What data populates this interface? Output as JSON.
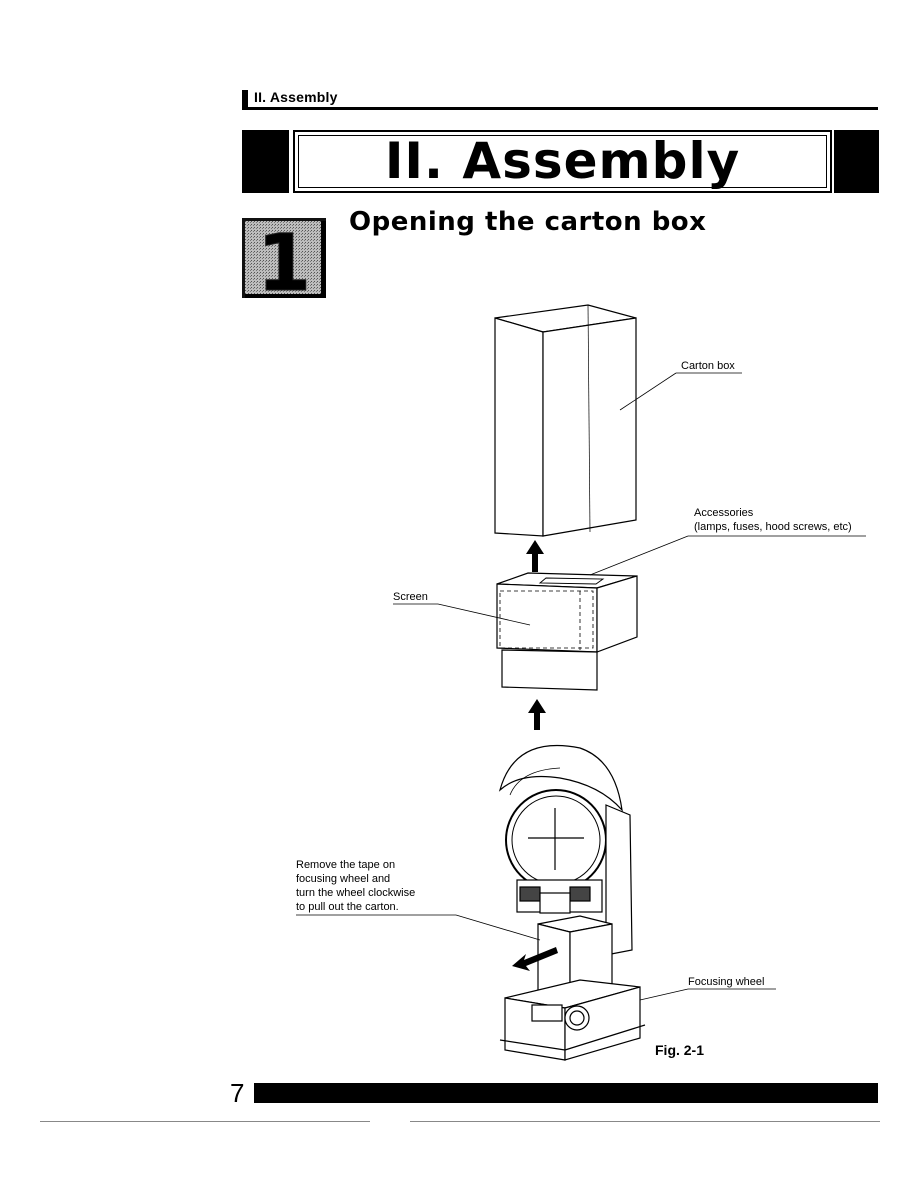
{
  "header": {
    "section": "II. Assembly"
  },
  "banner": {
    "title": "II. Assembly"
  },
  "section": {
    "number": "1",
    "title": "Opening the carton box"
  },
  "figure": {
    "labels": {
      "carton_box": "Carton box",
      "accessories_line1": "Accessories",
      "accessories_line2": "(lamps, fuses, hood screws, etc)",
      "screen": "Screen",
      "focusing_wheel": "Focusing wheel"
    },
    "instruction": [
      "Remove the tape on",
      "focusing wheel and",
      "turn the wheel clockwise",
      "to pull out the carton."
    ],
    "caption": "Fig. 2-1"
  },
  "footer": {
    "page_number": "7"
  }
}
